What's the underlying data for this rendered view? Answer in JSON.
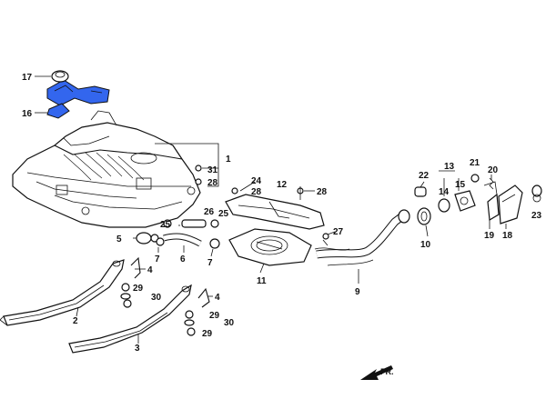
{
  "callouts": {
    "c17": "17",
    "c16": "16",
    "c1": "1",
    "c31": "31",
    "c28a": "28",
    "c24": "24",
    "c28b": "28",
    "c12": "12",
    "c28c": "28",
    "c25a": "25",
    "c25b": "25",
    "c26": "26",
    "c5": "5",
    "c6": "6",
    "c7a": "7",
    "c7b": "7",
    "c27": "27",
    "c11": "11",
    "c4a": "4",
    "c29a": "29",
    "c30a": "30",
    "c2": "2",
    "c4b": "4",
    "c29b": "29",
    "c30b": "30",
    "c29c": "29",
    "c3": "3",
    "c9": "9",
    "c22": "22",
    "c13": "13",
    "c14": "14",
    "c15": "15",
    "c10": "10",
    "c21": "21",
    "c20": "20",
    "c19": "19",
    "c18": "18",
    "c23": "23"
  },
  "front_arrow": {
    "label": "FR."
  },
  "highlight_color": "#3366ee"
}
